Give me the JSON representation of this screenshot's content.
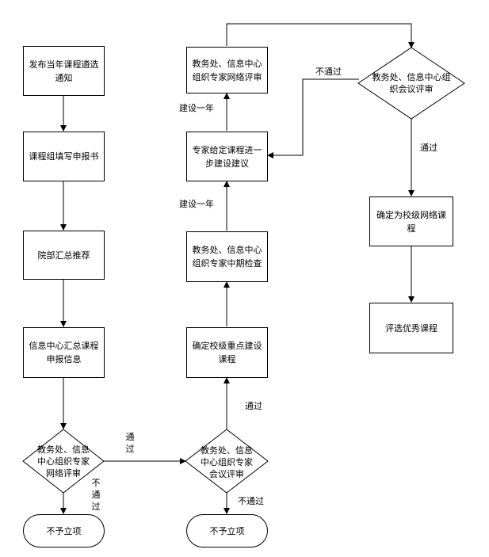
{
  "left": {
    "announce": "发布当年课程遴选通知",
    "fill_form": "课程组填写申报书",
    "dept_recommend": "院部汇总推荐",
    "info_center": "信息中心汇总课程申报信息",
    "net_review": "教务处、信息中心组织专家网络评审",
    "reject": "不予立项",
    "pass_label": "通过",
    "fail_label": "不通过"
  },
  "middle": {
    "meeting_review": "教务处、信息中心组织专家会议评审",
    "reject": "不予立项",
    "fail_label": "不通过",
    "pass_label": "通过",
    "key_course": "确定校级重点建设课程",
    "midterm": "教务处、信息中心组织专家中期检查",
    "build_year_1": "建设一年",
    "advice": "专家给定课程进一步建设建议",
    "build_year_2": "建设一年",
    "net_review_2": "教务处、信息中心组织专家网络评审"
  },
  "right": {
    "meeting_review": "教务处、信息中心组织会议评审",
    "fail_label": "不通过",
    "pass_label": "通过",
    "school_course": "确定为校级网络课程",
    "excellent": "评选优秀课程"
  }
}
